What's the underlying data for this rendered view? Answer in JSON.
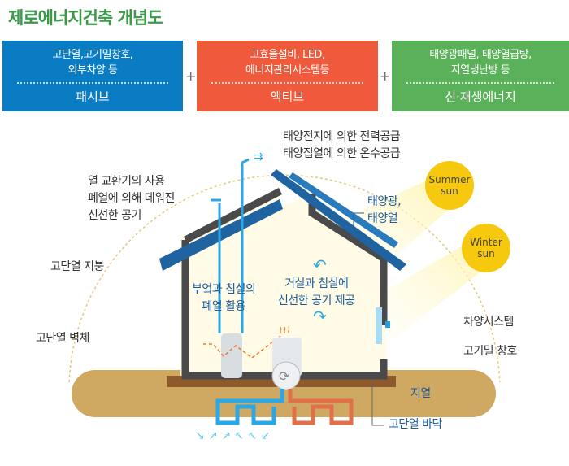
{
  "title": "제로에너지건축 개념도",
  "categories": [
    {
      "desc_line1": "고단열,고기밀창호,",
      "desc_line2": "외부차양 등",
      "name": "패시브",
      "color": "#0a7cc4"
    },
    {
      "desc_line1": "고효율설비, LED,",
      "desc_line2": "에너지관리시스템등",
      "name": "액티브",
      "color": "#f05a3c"
    },
    {
      "desc_line1": "태양광패널, 태양열급탕,",
      "desc_line2": "지열냉난방 등",
      "name": "신·재생에너지",
      "color": "#5bb05a"
    }
  ],
  "plus": "+",
  "labels": {
    "solar_power": "태양전지에 의한 전력공급",
    "solar_water": "태양집열에 의한 온수공급",
    "heat_exchanger_1": "열 교환기의 사용",
    "heat_exchanger_2": "폐열에 의해 데워진",
    "heat_exchanger_3": "신선한 공기",
    "solar_1": "태양광,",
    "solar_2": "태양열",
    "roof": "고단열 지붕",
    "waste_heat_1": "부엌과 침실의",
    "waste_heat_2": "폐열 활용",
    "fresh_air_1": "거실과 침실에",
    "fresh_air_2": "신선한 공기 제공",
    "shading": "차양시스템",
    "window": "고기밀 창호",
    "wall": "고단열 벽체",
    "geothermal": "지열",
    "floor": "고단열 바닥"
  },
  "suns": {
    "summer_1": "Summer",
    "summer_2": "sun",
    "winter_1": "Winter",
    "winter_2": "sun"
  }
}
